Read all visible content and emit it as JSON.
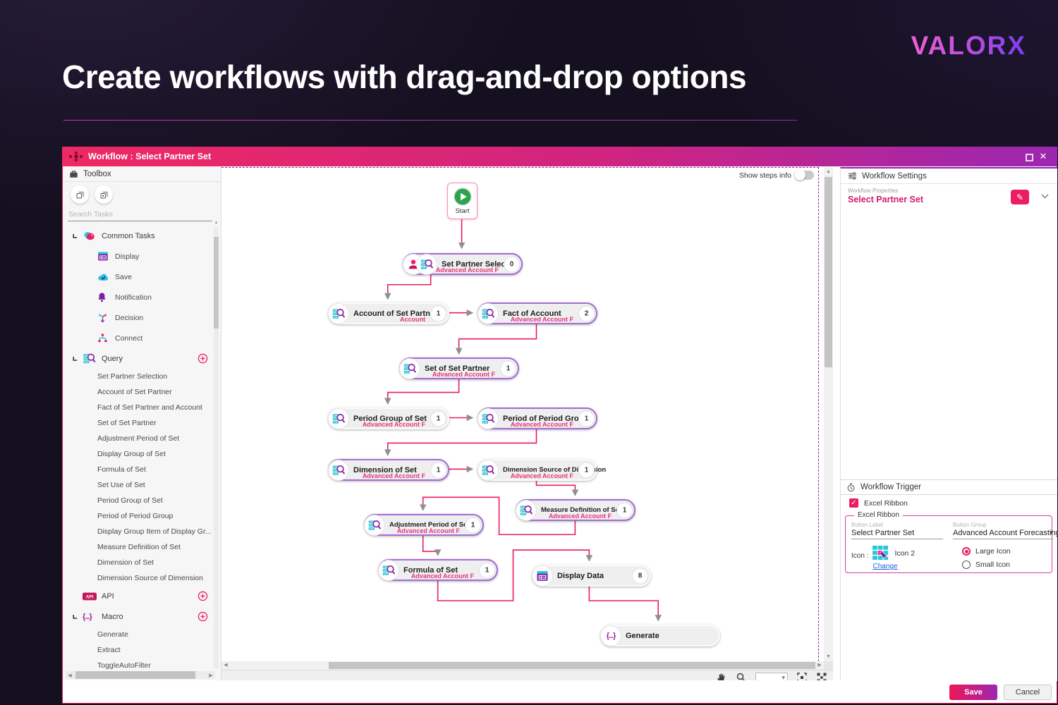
{
  "page": {
    "headline": "Create workflows with drag-and-drop options",
    "brand": "VALORX"
  },
  "colors": {
    "accent_pink": "#e91e63",
    "accent_purple": "#8e24aa",
    "teal": "#26c6da",
    "edge": "#e81d5f",
    "titlebar_gradient": [
      "#ee2963",
      "#9b27b0"
    ]
  },
  "window": {
    "title": "Workflow : Select Partner Set",
    "toolbox": {
      "title": "Toolbox",
      "search_placeholder": "Search Tasks",
      "tree": [
        {
          "label": "Common Tasks",
          "icon": "common-tasks",
          "add_button": false,
          "children": [
            {
              "label": "Display",
              "icon": "display"
            },
            {
              "label": "Save",
              "icon": "save"
            },
            {
              "label": "Notification",
              "icon": "notification"
            },
            {
              "label": "Decision",
              "icon": "decision"
            },
            {
              "label": "Connect",
              "icon": "connect"
            }
          ]
        },
        {
          "label": "Query",
          "icon": "query",
          "add_button": true,
          "children": [
            {
              "label": "Set Partner Selection"
            },
            {
              "label": "Account of Set Partner"
            },
            {
              "label": "Fact of Set Partner and Account"
            },
            {
              "label": "Set of Set Partner"
            },
            {
              "label": "Adjustment Period of Set"
            },
            {
              "label": "Display Group of Set"
            },
            {
              "label": "Formula of Set"
            },
            {
              "label": "Set Use of Set"
            },
            {
              "label": "Period Group of Set"
            },
            {
              "label": "Period of Period Group"
            },
            {
              "label": "Display Group Item of Display Gr..."
            },
            {
              "label": "Measure Definition of Set"
            },
            {
              "label": "Dimension of Set"
            },
            {
              "label": "Dimension Source of Dimension"
            }
          ]
        },
        {
          "label": "API",
          "icon": "api",
          "add_button": true,
          "children": []
        },
        {
          "label": "Macro",
          "icon": "macro",
          "add_button": true,
          "children": [
            {
              "label": "Generate"
            },
            {
              "label": "Extract"
            },
            {
              "label": "ToggleAutoFilter"
            }
          ]
        }
      ]
    },
    "canvas": {
      "show_steps_info_label": "Show steps info",
      "show_steps_info_on": false,
      "nodes": [
        {
          "id": "start",
          "type": "start",
          "label": "Start"
        },
        {
          "id": "set-partner-selection",
          "label": "Set Partner Selection",
          "badge": "0",
          "subtitle": "Advanced Account F",
          "icons": [
            "person",
            "query"
          ],
          "selected": true
        },
        {
          "id": "account-of-set-partner",
          "label": "Account of Set Partner",
          "badge": "1",
          "subtitle": "Account",
          "icons": [
            "query"
          ],
          "selected": false
        },
        {
          "id": "fact-of-account",
          "label": "Fact of Account",
          "badge": "2",
          "subtitle": "Advanced Account F",
          "icons": [
            "query"
          ],
          "selected": true
        },
        {
          "id": "set-of-set-partner",
          "label": "Set of Set Partner",
          "badge": "1",
          "subtitle": "Advanced Account F",
          "icons": [
            "query"
          ],
          "selected": true
        },
        {
          "id": "period-group-of-set",
          "label": "Period Group of Set",
          "badge": "1",
          "subtitle": "Advanced Account F",
          "icons": [
            "query"
          ],
          "selected": false
        },
        {
          "id": "period-of-period-group",
          "label": "Period of Period Group",
          "badge": "1",
          "subtitle": "Advanced Account F",
          "icons": [
            "query"
          ],
          "selected": true
        },
        {
          "id": "dimension-of-set",
          "label": "Dimension of Set",
          "badge": "1",
          "subtitle": "Advanced Account F",
          "icons": [
            "query"
          ],
          "selected": true
        },
        {
          "id": "dimension-source-of-dimension",
          "label": "Dimension Source of Dimension",
          "badge": "1",
          "subtitle": "Advanced Account F",
          "icons": [
            "query"
          ],
          "selected": false
        },
        {
          "id": "measure-definition-of-set",
          "label": "Measure Definition of Set",
          "badge": "1",
          "subtitle": "Advanced Account F",
          "icons": [
            "query"
          ],
          "selected": true
        },
        {
          "id": "adjustment-period-of-set",
          "label": "Adjustment Period of Set",
          "badge": "1",
          "subtitle": "Advanced Account F",
          "icons": [
            "query"
          ],
          "selected": true
        },
        {
          "id": "formula-of-set",
          "label": "Formula of Set",
          "badge": "1",
          "subtitle": "Advanced Account F",
          "icons": [
            "query"
          ],
          "selected": true
        },
        {
          "id": "display-data",
          "label": "Display Data",
          "badge": "8",
          "subtitle": "",
          "icons": [
            "display"
          ],
          "selected": false
        },
        {
          "id": "generate",
          "label": "Generate",
          "badge": "",
          "subtitle": "",
          "icons": [
            "macro"
          ],
          "selected": false
        }
      ],
      "edges": [
        {
          "from": "start",
          "to": "set-partner-selection"
        },
        {
          "from": "set-partner-selection",
          "to": "account-of-set-partner"
        },
        {
          "from": "account-of-set-partner",
          "to": "fact-of-account"
        },
        {
          "from": "fact-of-account",
          "to": "set-of-set-partner"
        },
        {
          "from": "set-of-set-partner",
          "to": "period-group-of-set"
        },
        {
          "from": "period-group-of-set",
          "to": "period-of-period-group"
        },
        {
          "from": "period-of-period-group",
          "to": "dimension-of-set"
        },
        {
          "from": "dimension-of-set",
          "to": "dimension-source-of-dimension"
        },
        {
          "from": "dimension-source-of-dimension",
          "to": "measure-definition-of-set"
        },
        {
          "from": "measure-definition-of-set",
          "to": "adjustment-period-of-set"
        },
        {
          "from": "adjustment-period-of-set",
          "to": "formula-of-set"
        },
        {
          "from": "formula-of-set",
          "to": "display-data"
        },
        {
          "from": "display-data",
          "to": "generate"
        }
      ]
    },
    "settings_panel": {
      "title": "Workflow Settings",
      "properties_label": "Workflow Properties",
      "properties_value": "Select Partner Set",
      "trigger": {
        "title": "Workflow Trigger",
        "excel_ribbon_checkbox_label": "Excel Ribbon",
        "excel_ribbon_checked": true,
        "group_title": "Excel Ribbon",
        "button_label_caption": "Button Label",
        "button_label_value": "Select Partner Set",
        "button_group_caption": "Button Group",
        "button_group_value": "Advanced Account Forecasting",
        "icon_caption": "Icon :",
        "icon_value": "Icon 2",
        "change_link": "Change",
        "radio_large_label": "Large Icon",
        "radio_small_label": "Small Icon",
        "selected_radio": "Large Icon"
      }
    },
    "footer": {
      "save_label": "Save",
      "cancel_label": "Cancel"
    }
  }
}
